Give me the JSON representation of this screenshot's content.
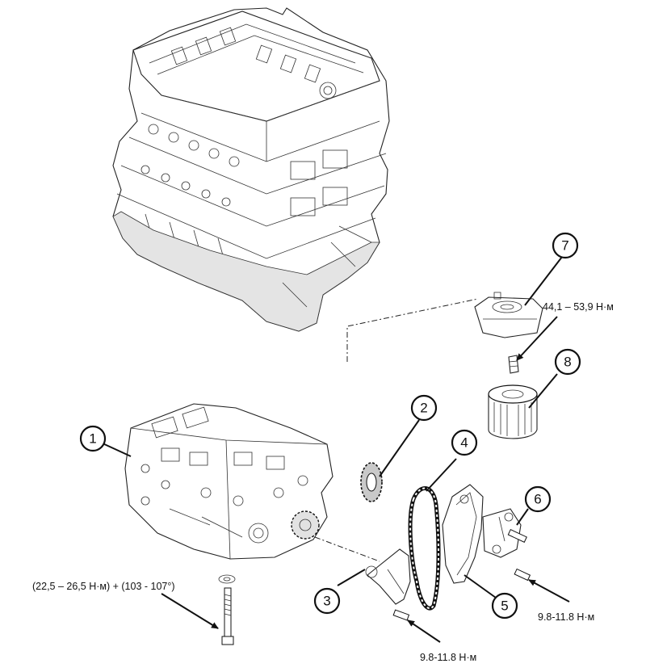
{
  "callouts": {
    "c1": "1",
    "c2": "2",
    "c3": "3",
    "c4": "4",
    "c5": "5",
    "c6": "6",
    "c7": "7",
    "c8": "8"
  },
  "torque": {
    "oil_cooler": "44,1 – 53,9 Н·м",
    "balance_shaft_bolt": "(22,5 – 26,5 Н·м) + (103 - 107°)",
    "tensioner_bolt": "9.8-11.8 Н·м",
    "guide_bolt": "9.8-11.8 Н·м"
  }
}
